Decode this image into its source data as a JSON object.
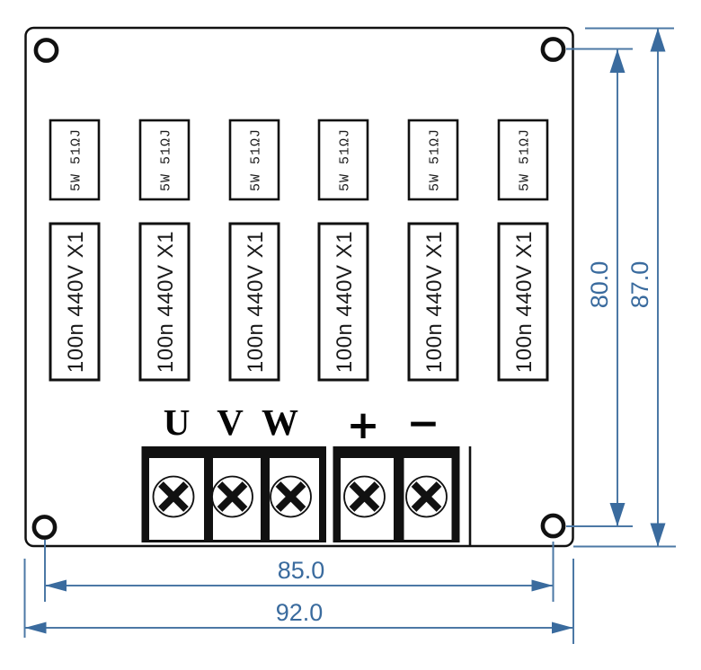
{
  "drawing": {
    "type_note": "dimensioned outline drawing of RC snubber / filter board",
    "resistor_label": "5W 51ΩJ",
    "capacitor_label": "100n 440V X1",
    "terminal_labels": [
      "U",
      "V",
      "W",
      "+",
      "−"
    ],
    "dimensions": {
      "hole_span_vertical": "80.0",
      "board_height": "87.0",
      "hole_span_horizontal": "85.0",
      "board_width": "92.0"
    }
  },
  "colors": {
    "dimension_blue": "#3a6b9e",
    "dimension_line": "#4c78a5",
    "ink": "#111111"
  }
}
